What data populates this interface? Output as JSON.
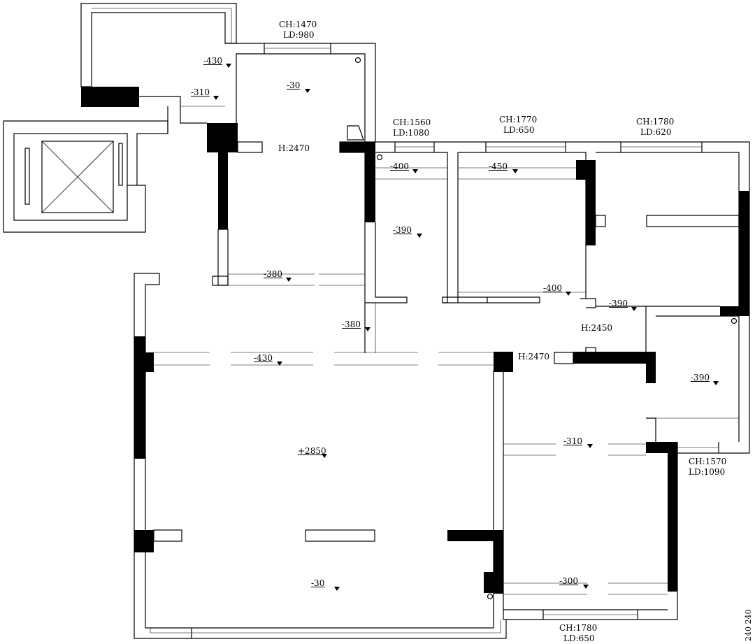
{
  "window_dims": [
    {
      "ch": "CH:1470",
      "ld": "LD:980"
    },
    {
      "ch": "CH:1560",
      "ld": "LD:1080"
    },
    {
      "ch": "CH:1770",
      "ld": "LD:650"
    },
    {
      "ch": "CH:1780",
      "ld": "LD:620"
    },
    {
      "ch": "CH:1570",
      "ld": "LD:1090"
    },
    {
      "ch": "CH:1780",
      "ld": "LD:650"
    }
  ],
  "door_heights": [
    "H:2470",
    "H:2470",
    "H:2450"
  ],
  "levels": [
    "-430",
    "-30",
    "-310",
    "-400",
    "-450",
    "-390",
    "-380",
    "-400",
    "-390",
    "-380",
    "-430",
    "-390",
    "+2850",
    "-310",
    "-30",
    "-300"
  ],
  "side_text": "240 240"
}
